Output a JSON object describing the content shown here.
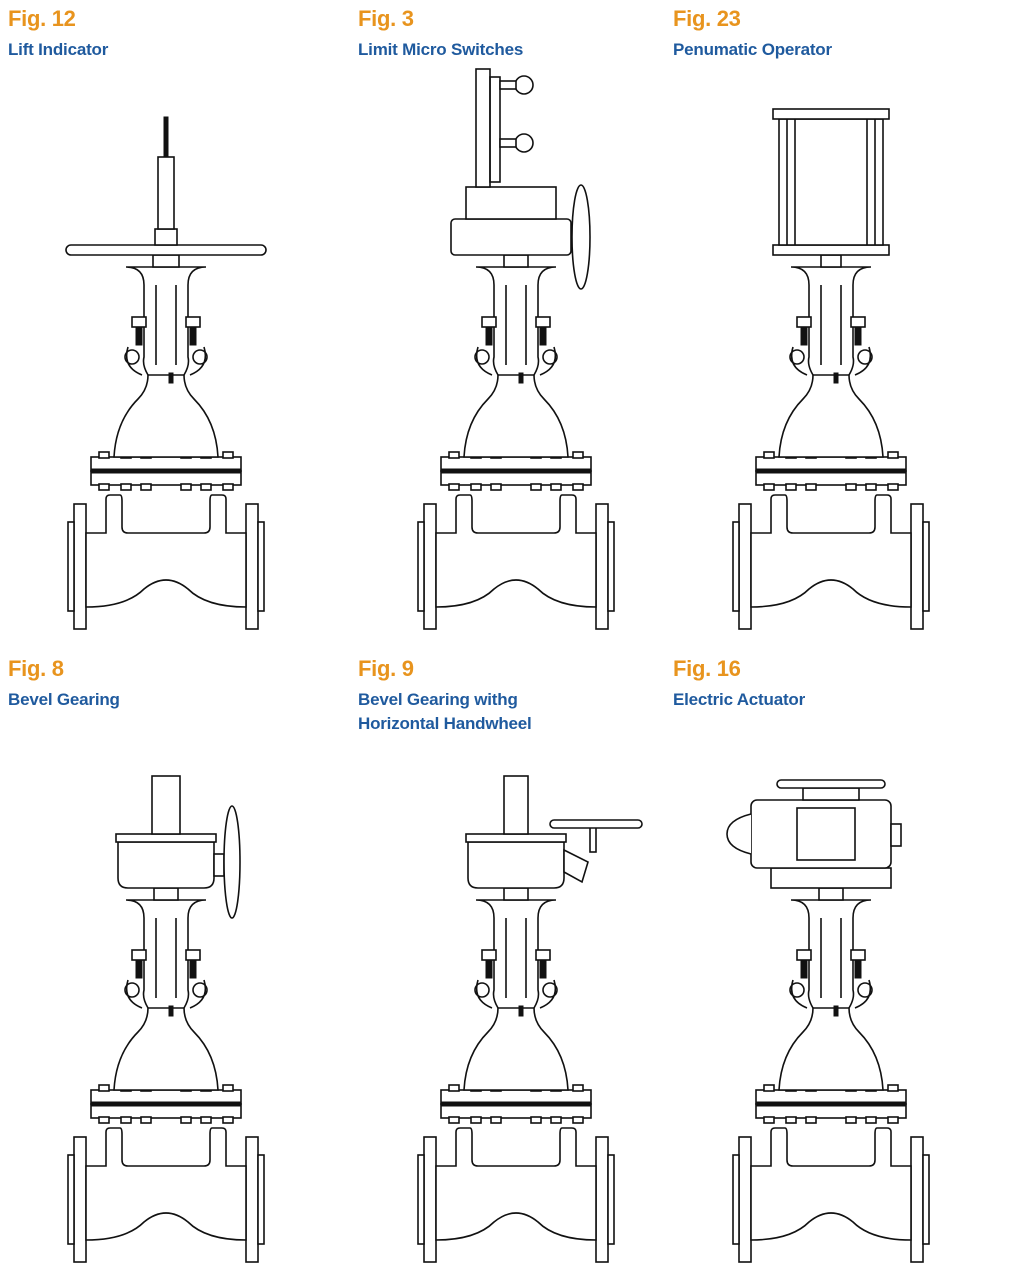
{
  "figures": [
    {
      "number": "Fig. 12",
      "caption": "Lift Indicator",
      "top": "lift"
    },
    {
      "number": "Fig. 3",
      "caption": "Limit Micro Switches",
      "top": "switch"
    },
    {
      "number": "Fig. 23",
      "caption": "Penumatic Operator",
      "top": "pneumatic"
    },
    {
      "number": "Fig. 8",
      "caption": "Bevel Gearing",
      "top": "bevel"
    },
    {
      "number": "Fig. 9",
      "caption": "Bevel Gearing withg\nHorizontal Handwheel",
      "top": "bevelh"
    },
    {
      "number": "Fig. 16",
      "caption": "Electric Actuator",
      "top": "electric"
    }
  ],
  "colors": {
    "fig_number": "#e8941e",
    "caption": "#1f5a9e"
  }
}
